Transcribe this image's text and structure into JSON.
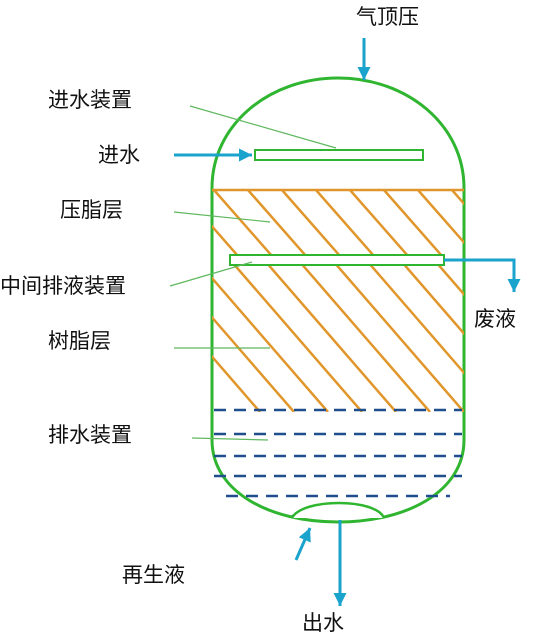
{
  "labels": {
    "gas_top_pressure": "气顶压",
    "inlet_device": "进水装置",
    "water_in": "进水",
    "compacting_resin_layer": "压脂层",
    "middle_drain_device": "中间排液装置",
    "waste_liquid": "废液",
    "resin_layer": "树脂层",
    "drain_device": "排水装置",
    "regenerant": "再生液",
    "water_out": "出水"
  },
  "colors": {
    "vessel": "#2fb52f",
    "flow_arrow": "#1aa3cc",
    "hatch": "#e0962a",
    "drain_dash": "#1e4f8c",
    "leader_line": "#5fb85f",
    "text": "#111111"
  }
}
